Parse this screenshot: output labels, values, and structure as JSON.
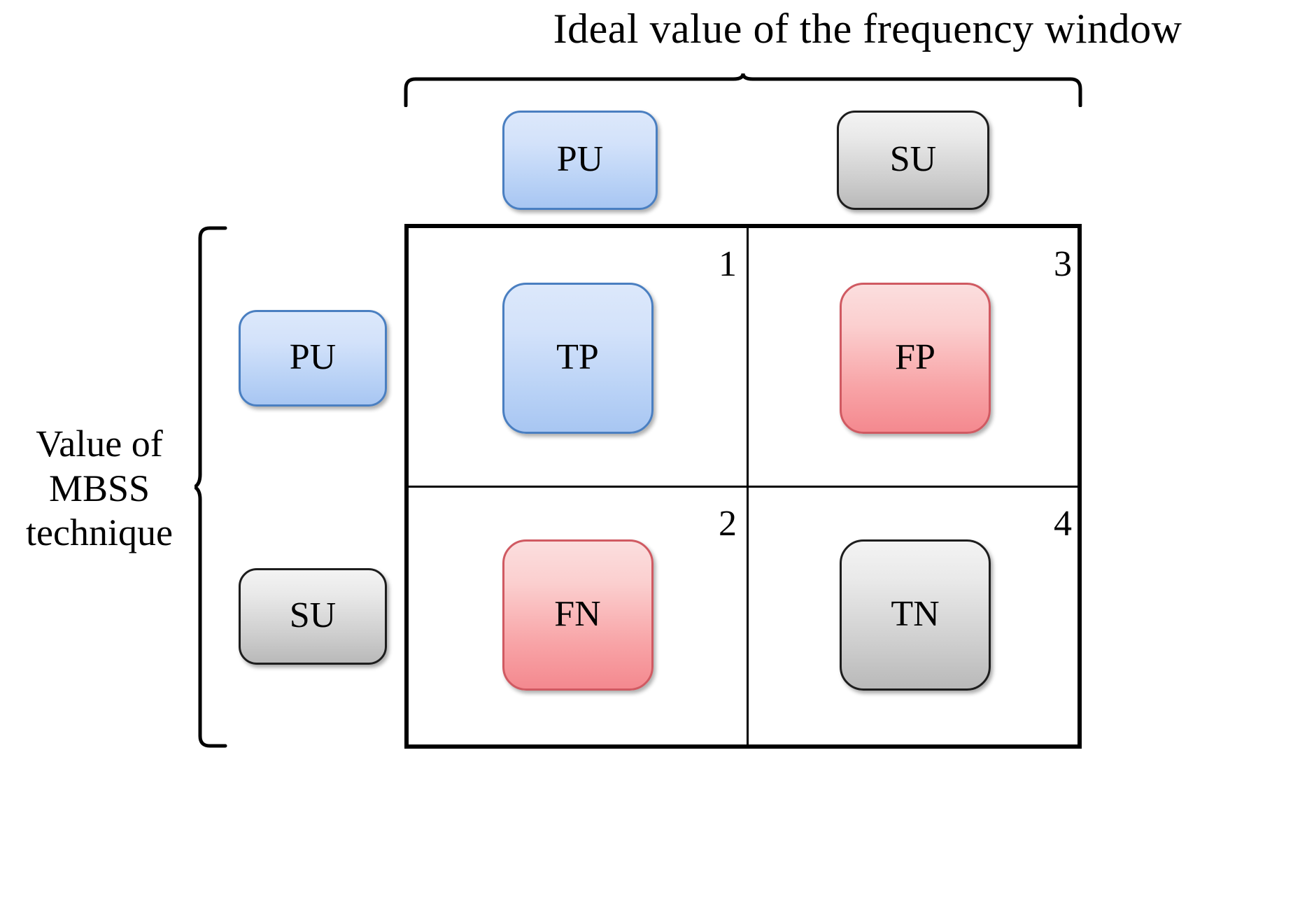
{
  "figure": {
    "type": "confusion-matrix-diagram",
    "column_axis_title": "Ideal value of the frequency window",
    "row_axis_title_lines": [
      "Value of",
      "MBSS",
      "technique"
    ],
    "column_headers": [
      {
        "label": "PU",
        "style": "blue"
      },
      {
        "label": "SU",
        "style": "grey"
      }
    ],
    "row_headers": [
      {
        "label": "PU",
        "style": "blue"
      },
      {
        "label": "SU",
        "style": "grey"
      }
    ],
    "cells": [
      {
        "number": "1",
        "label": "TP",
        "style": "blue",
        "row": "PU",
        "column": "PU"
      },
      {
        "number": "3",
        "label": "FP",
        "style": "red",
        "row": "PU",
        "column": "SU"
      },
      {
        "number": "2",
        "label": "FN",
        "style": "red",
        "row": "SU",
        "column": "PU"
      },
      {
        "number": "4",
        "label": "TN",
        "style": "grey",
        "row": "SU",
        "column": "SU"
      }
    ],
    "colors": {
      "blue_fill": "#c3d9f7",
      "blue_border": "#4a7fc1",
      "grey_fill": "#d9d9d9",
      "grey_border": "#1d1d1d",
      "red_fill": "#f8a3a6",
      "red_border": "#d05a62",
      "matrix_border": "#000000",
      "background": "#ffffff",
      "text": "#000000"
    }
  }
}
